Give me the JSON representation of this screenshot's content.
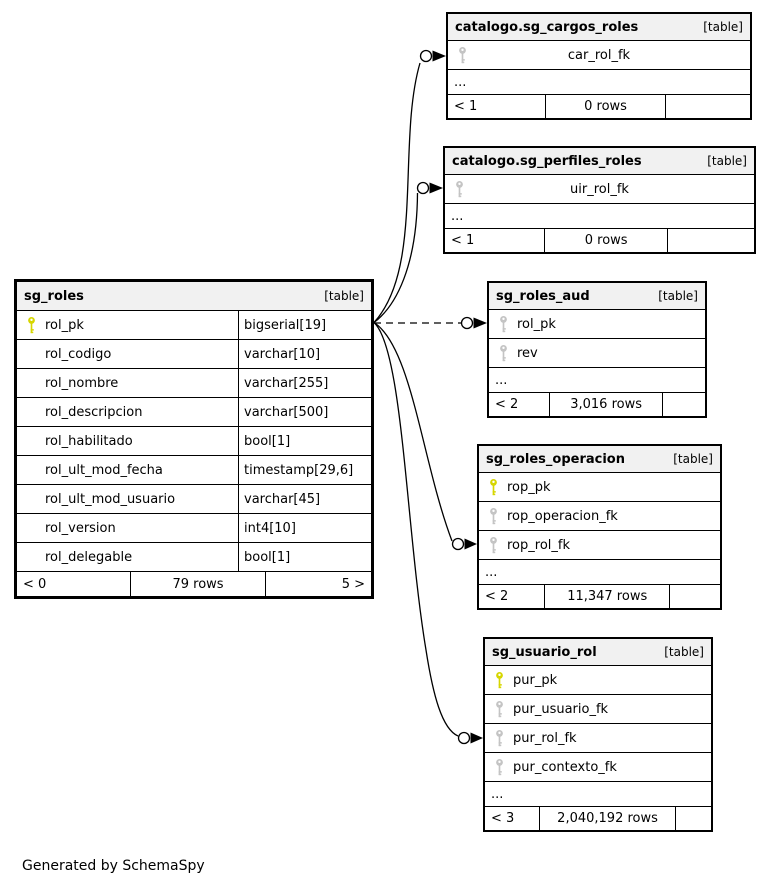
{
  "credit": "Generated by SchemaSpy",
  "colors": {
    "primary_key_icon": "#d6d600",
    "foreign_key_icon": "#c4c4c4",
    "table_header_bg": "#f1f1f1",
    "border": "#000000"
  },
  "tables": [
    {
      "title": "catalogo.sg_cargos_roles",
      "type_label": "[table]",
      "columns": [
        {
          "name": "car_rol_fk",
          "key": "fk"
        }
      ],
      "ellipsis": "...",
      "footer": {
        "parents": "< 1",
        "rows": "0 rows",
        "children": ""
      }
    },
    {
      "title": "catalogo.sg_perfiles_roles",
      "type_label": "[table]",
      "columns": [
        {
          "name": "uir_rol_fk",
          "key": "fk"
        }
      ],
      "ellipsis": "...",
      "footer": {
        "parents": "< 1",
        "rows": "0 rows",
        "children": ""
      }
    },
    {
      "title": "sg_roles",
      "type_label": "[table]",
      "columns": [
        {
          "name": "rol_pk",
          "type": "bigserial[19]",
          "key": "pk"
        },
        {
          "name": "rol_codigo",
          "type": "varchar[10]",
          "key": ""
        },
        {
          "name": "rol_nombre",
          "type": "varchar[255]",
          "key": ""
        },
        {
          "name": "rol_descripcion",
          "type": "varchar[500]",
          "key": ""
        },
        {
          "name": "rol_habilitado",
          "type": "bool[1]",
          "key": ""
        },
        {
          "name": "rol_ult_mod_fecha",
          "type": "timestamp[29,6]",
          "key": ""
        },
        {
          "name": "rol_ult_mod_usuario",
          "type": "varchar[45]",
          "key": ""
        },
        {
          "name": "rol_version",
          "type": "int4[10]",
          "key": ""
        },
        {
          "name": "rol_delegable",
          "type": "bool[1]",
          "key": ""
        }
      ],
      "footer": {
        "parents": "< 0",
        "rows": "79 rows",
        "children": "5 >"
      }
    },
    {
      "title": "sg_roles_aud",
      "type_label": "[table]",
      "columns": [
        {
          "name": "rol_pk",
          "key": "fk"
        },
        {
          "name": "rev",
          "key": "fk"
        }
      ],
      "ellipsis": "...",
      "footer": {
        "parents": "< 2",
        "rows": "3,016 rows",
        "children": ""
      }
    },
    {
      "title": "sg_roles_operacion",
      "type_label": "[table]",
      "columns": [
        {
          "name": "rop_pk",
          "key": "pk"
        },
        {
          "name": "rop_operacion_fk",
          "key": "fk"
        },
        {
          "name": "rop_rol_fk",
          "key": "fk"
        }
      ],
      "ellipsis": "...",
      "footer": {
        "parents": "< 2",
        "rows": "11,347 rows",
        "children": ""
      }
    },
    {
      "title": "sg_usuario_rol",
      "type_label": "[table]",
      "columns": [
        {
          "name": "pur_pk",
          "key": "pk"
        },
        {
          "name": "pur_usuario_fk",
          "key": "fk"
        },
        {
          "name": "pur_rol_fk",
          "key": "fk"
        },
        {
          "name": "pur_contexto_fk",
          "key": "fk"
        }
      ],
      "ellipsis": "...",
      "footer": {
        "parents": "< 3",
        "rows": "2,040,192 rows",
        "children": ""
      }
    }
  ],
  "relationships": [
    {
      "from": "sg_roles.rol_pk",
      "to": "catalogo.sg_cargos_roles.car_rol_fk",
      "style": "solid"
    },
    {
      "from": "sg_roles.rol_pk",
      "to": "catalogo.sg_perfiles_roles.uir_rol_fk",
      "style": "solid"
    },
    {
      "from": "sg_roles.rol_pk",
      "to": "sg_roles_aud.rol_pk",
      "style": "dashed"
    },
    {
      "from": "sg_roles.rol_pk",
      "to": "sg_roles_operacion.rop_rol_fk",
      "style": "solid"
    },
    {
      "from": "sg_roles.rol_pk",
      "to": "sg_usuario_rol.pur_rol_fk",
      "style": "solid"
    }
  ]
}
